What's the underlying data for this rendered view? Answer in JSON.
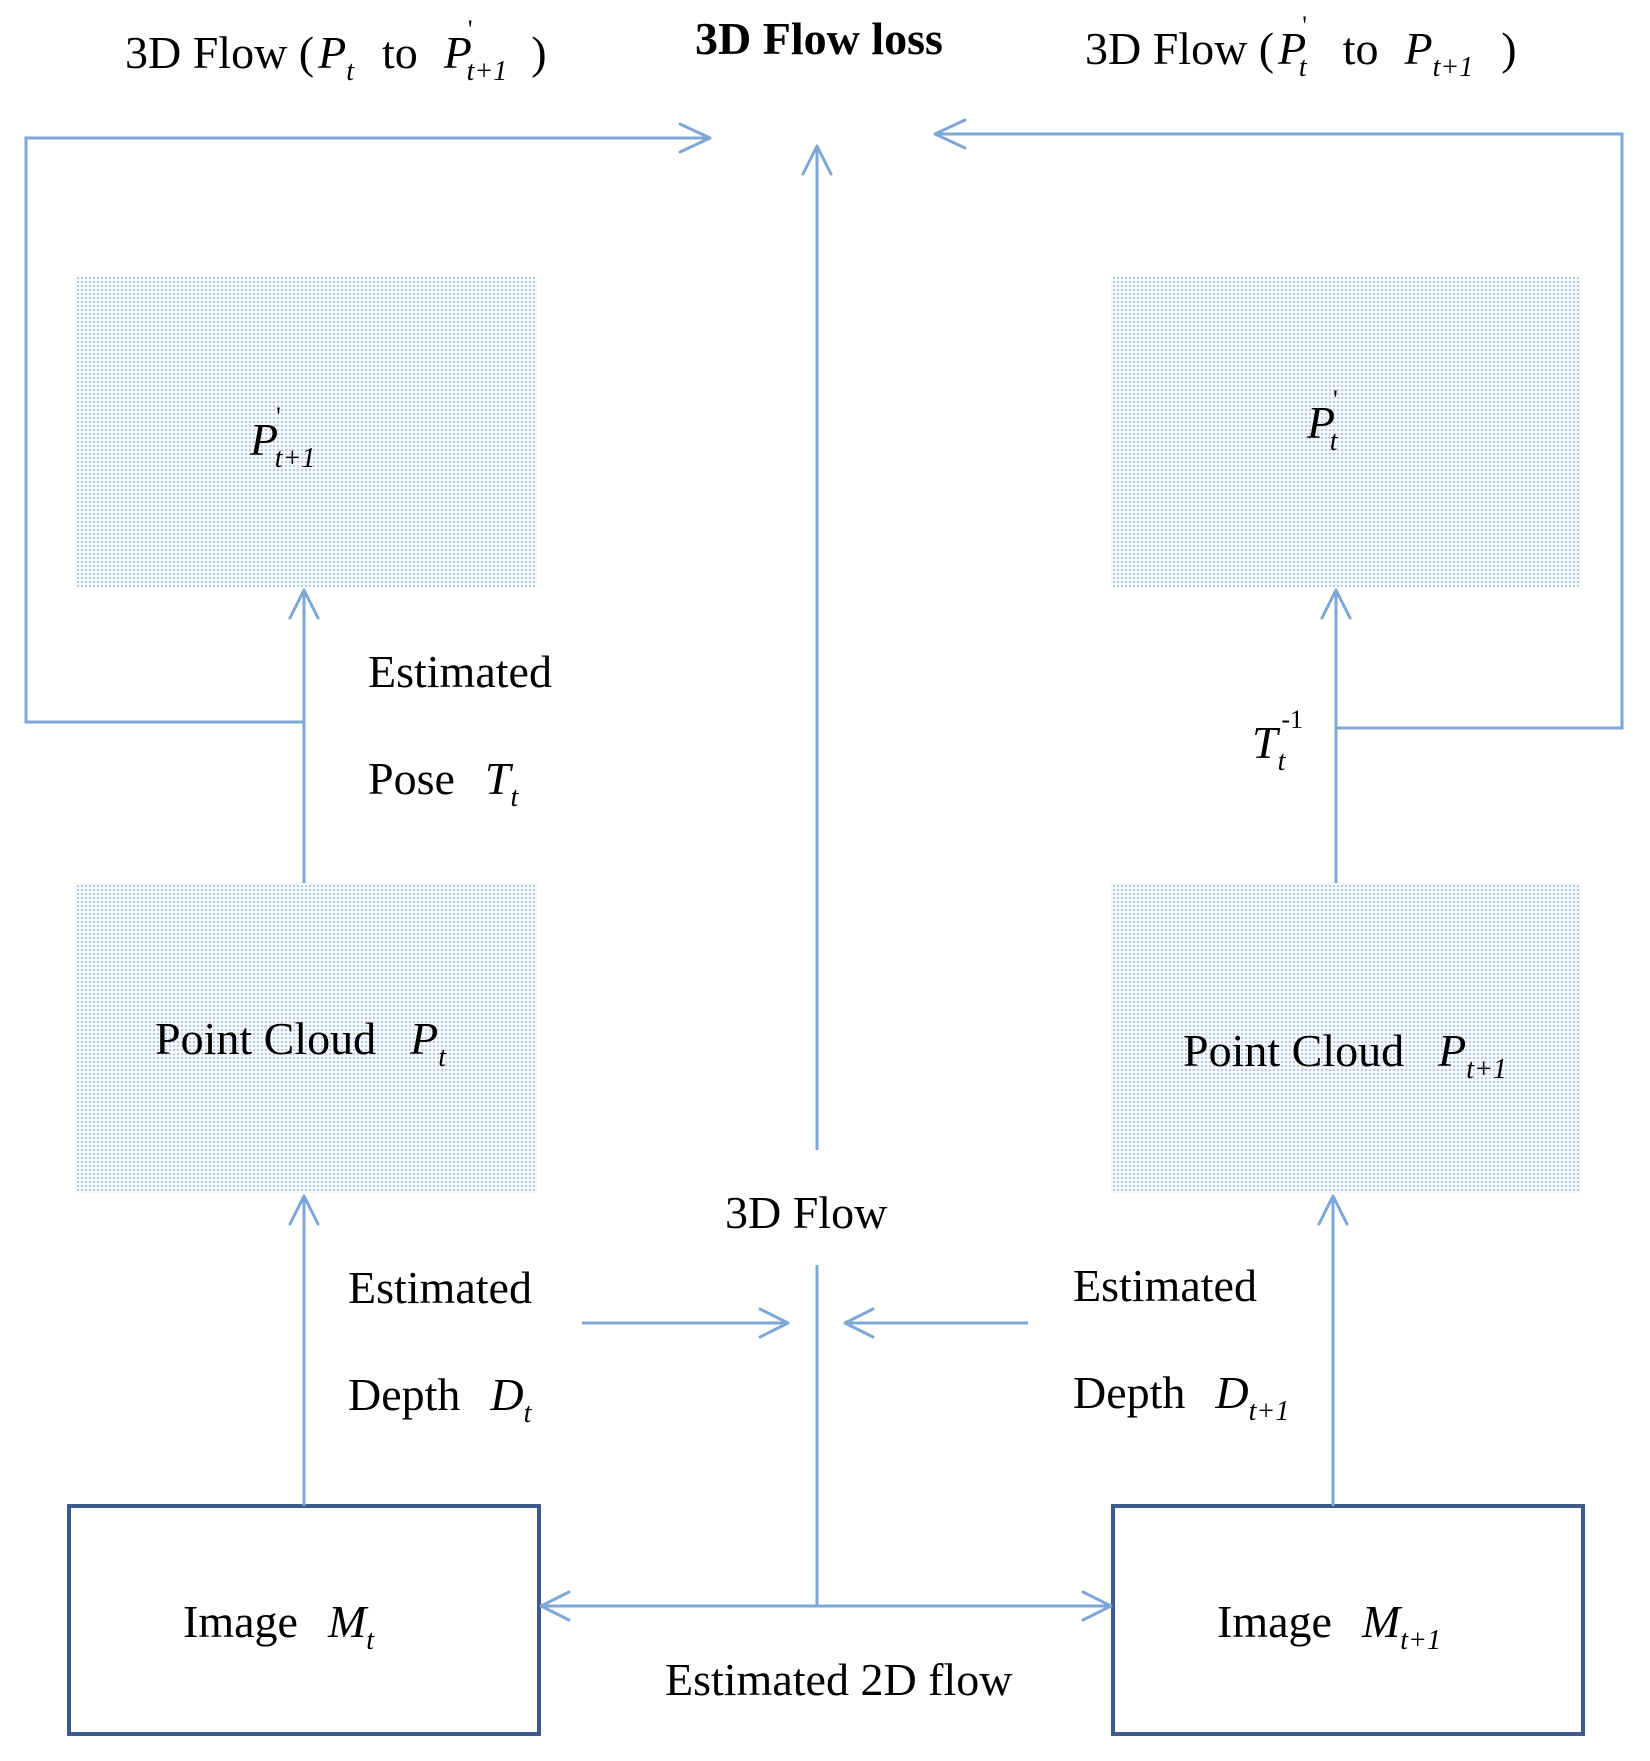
{
  "labels": {
    "flow_left": {
      "prefix": "3D Flow (",
      "p1": "P",
      "p1_sub": "t",
      "to": "to",
      "p2": "P",
      "p2_sup": "'",
      "p2_sub": "t+1",
      "suffix": ")"
    },
    "flow_loss": "3D Flow loss",
    "flow_right": {
      "prefix": "3D Flow (",
      "p1": "P",
      "p1_sup": "'",
      "p1_sub": "t",
      "to": "to",
      "p2": "P",
      "p2_sub": "t+1",
      "suffix": ")"
    },
    "box_tl": {
      "sym": "P",
      "sup": "'",
      "sub": "t+1"
    },
    "box_tr": {
      "sym": "P",
      "sup": "'",
      "sub": "t"
    },
    "est_pose": {
      "line1": "Estimated",
      "line2": "Pose",
      "sym": "T",
      "sub": "t"
    },
    "t_inv": {
      "sym": "T",
      "sub": "t",
      "sup": "-1"
    },
    "box_ml": {
      "text": "Point Cloud",
      "sym": "P",
      "sub": "t"
    },
    "box_mr": {
      "text": "Point Cloud",
      "sym": "P",
      "sub": "t+1"
    },
    "flow3d": "3D Flow",
    "est_depth_left": {
      "line1": "Estimated",
      "line2": "Depth",
      "sym": "D",
      "sub": "t"
    },
    "est_depth_right": {
      "line1": "Estimated",
      "line2": "Depth",
      "sym": "D",
      "sub": "t+1"
    },
    "img_left": {
      "text": "Image",
      "sym": "M",
      "sub": "t"
    },
    "img_right": {
      "text": "Image",
      "sym": "M",
      "sub": "t+1"
    },
    "flow2d": "Estimated 2D flow"
  }
}
